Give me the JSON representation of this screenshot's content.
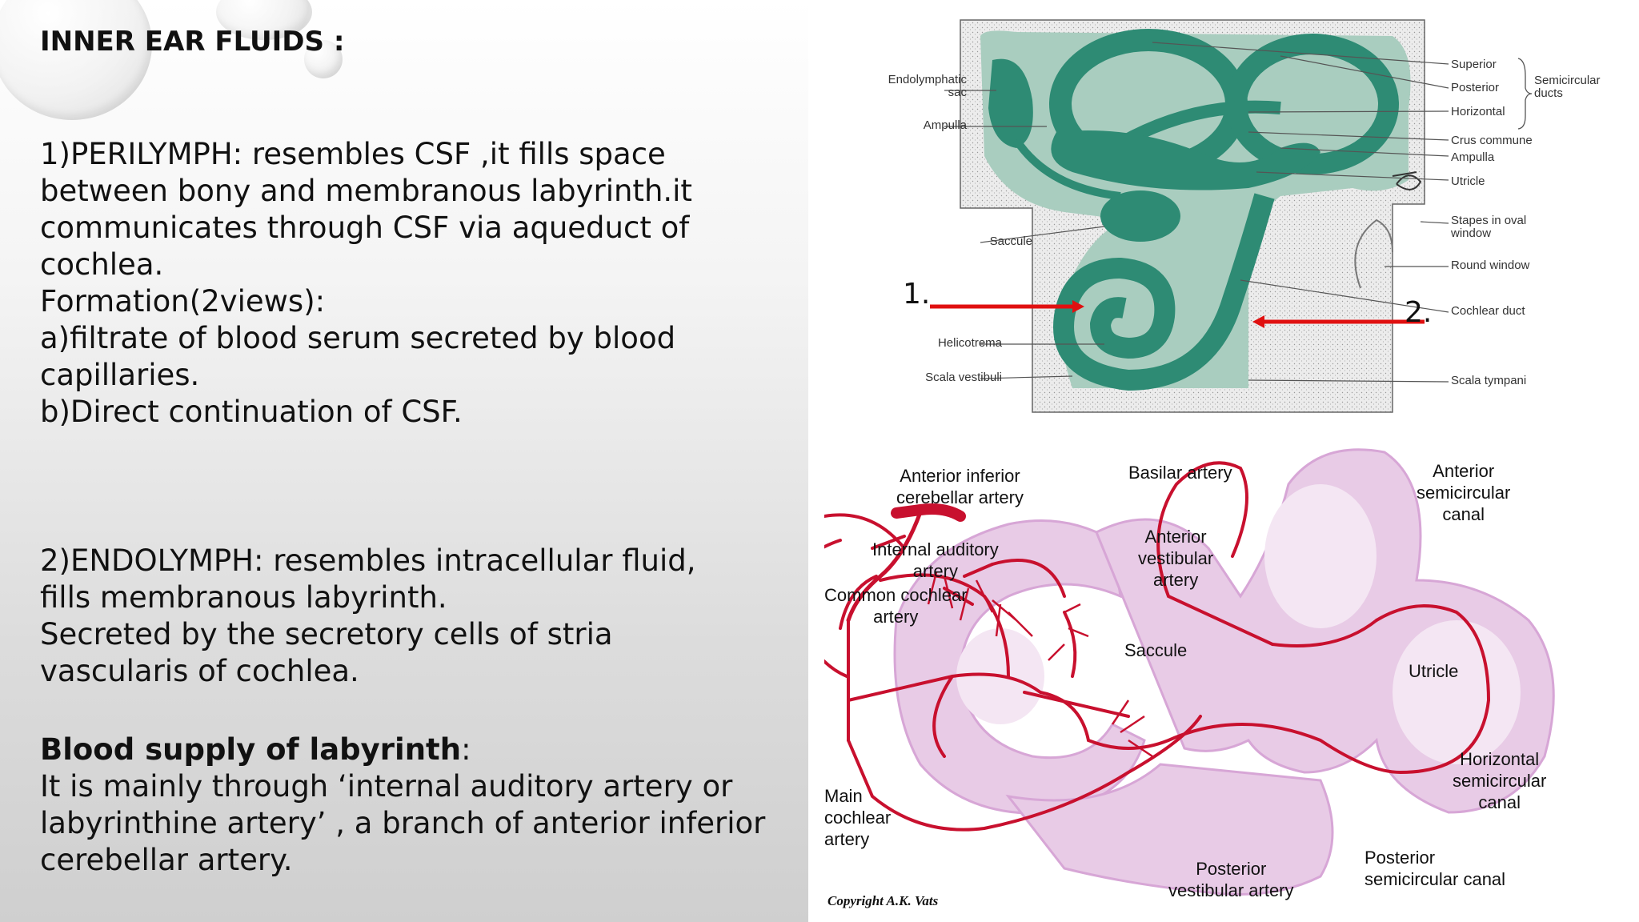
{
  "title": "INNER EAR FLUIDS :",
  "perilymph": [
    "1)PERILYMPH: resembles CSF ,it fills space",
    "between bony and membranous labyrinth.it",
    "communicates through CSF via aqueduct of",
    "cochlea.",
    "Formation(2views):",
    "a)filtrate of blood serum secreted by blood",
    "capillaries.",
    "b)Direct continuation of CSF."
  ],
  "endolymph": [
    "2)ENDOLYMPH: resembles intracellular fluid,",
    "fills membranous labyrinth.",
    "Secreted by the secretory cells of stria",
    "vascularis of cochlea."
  ],
  "blood_supply": {
    "heading": "Blood supply of labyrinth",
    "colon": ":",
    "lines": [
      "It is mainly through ‘internal auditory artery or",
      "labyrinthine artery’ , a  branch of anterior inferior",
      "cerebellar artery."
    ]
  },
  "figure1": {
    "left_labels": [
      "Endolymphatic",
      "sac",
      "Ampulla",
      "Saccule",
      "Helicotrema",
      "Scala vestibuli"
    ],
    "right_labels": [
      "Superior",
      "Posterior",
      "Horizontal",
      "Crus commune",
      "Ampulla",
      "Utricle",
      "Stapes in oval",
      "window",
      "Round window",
      "Cochlear duct",
      "Scala tympani"
    ],
    "bracket_label": [
      "Semicircular",
      "ducts"
    ],
    "marker_1": "1.",
    "marker_2": "2.",
    "colors": {
      "membrane": "#2e8b74",
      "perilymph": "#a9cdbf",
      "bone": "#e7e7e7",
      "arrow": "#e01010"
    }
  },
  "figure2": {
    "labels": {
      "aica_1": "Anterior inferior",
      "aica_2": "cerebellar artery",
      "basilar": "Basilar artery",
      "ant_canal_1": "Anterior",
      "ant_canal_2": "semicircular",
      "ant_canal_3": "canal",
      "int_aud_1": "Internal auditory",
      "int_aud_2": "artery",
      "ant_vest_1": "Anterior",
      "ant_vest_2": "vestibular",
      "ant_vest_3": "artery",
      "common_coch_1": "Common cochlear",
      "common_coch_2": "artery",
      "saccule": "Saccule",
      "utricle": "Utricle",
      "horiz_1": "Horizontal",
      "horiz_2": "semicircular",
      "horiz_3": "canal",
      "main_coch_1": "Main",
      "main_coch_2": "cochlear",
      "main_coch_3": "artery",
      "post_vest_1": "Posterior",
      "post_vest_2": "vestibular artery",
      "post_canal_1": "Posterior",
      "post_canal_2": "semicircular canal"
    },
    "copyright": "Copyright A.K. Vats",
    "colors": {
      "artery": "#c8102e",
      "tissue": "#e6c4e4"
    }
  }
}
